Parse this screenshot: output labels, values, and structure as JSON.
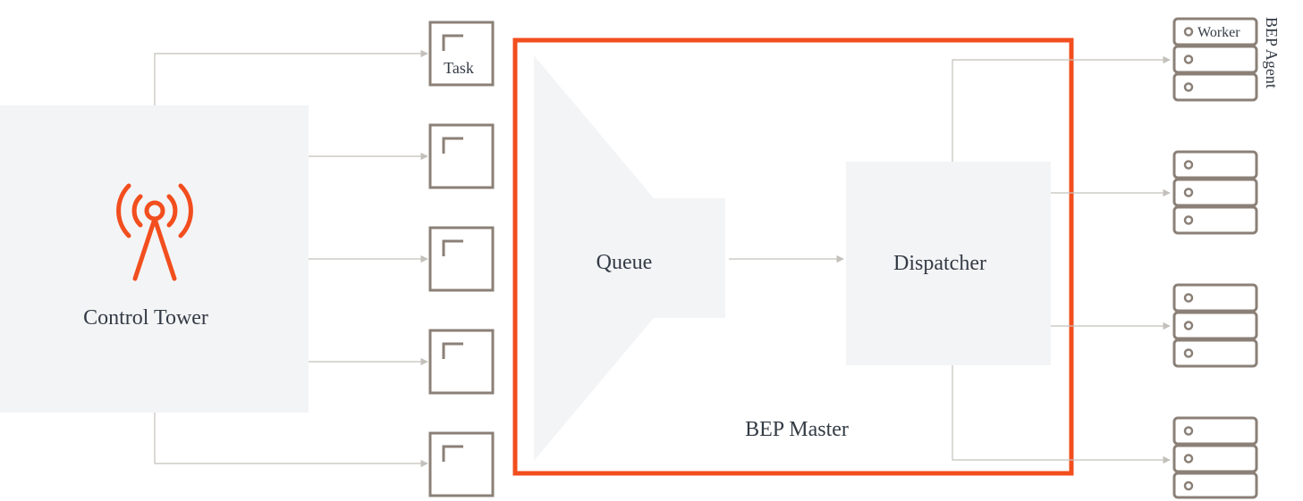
{
  "colors": {
    "accent": "#f24e1e",
    "panel": "#f3f4f6",
    "server": "#8b8077",
    "connector": "#c4c0bb",
    "text": "#333b45"
  },
  "control_tower": {
    "label": "Control Tower",
    "icon": "radio-tower-icon"
  },
  "tasks": {
    "label": "Task",
    "count": 5,
    "icon": "task-corner-icon"
  },
  "master": {
    "label": "BEP Master",
    "queue_label": "Queue",
    "dispatcher_label": "Dispatcher"
  },
  "agents": {
    "label": "BEP Agent",
    "worker_label": "Worker",
    "group_count": 4,
    "workers_per_group": 3,
    "icon": "server-rack-icon"
  }
}
